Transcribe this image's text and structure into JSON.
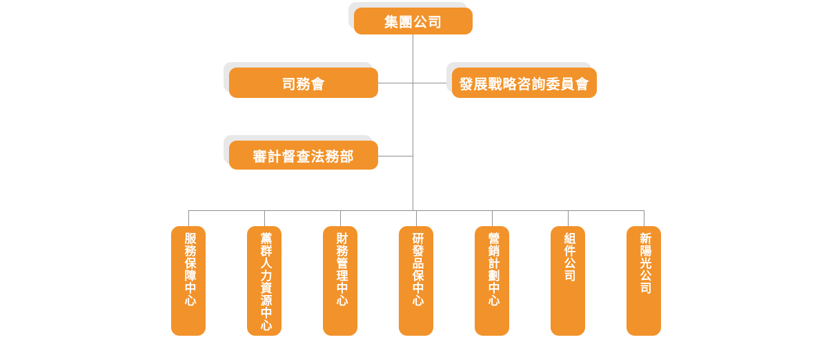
{
  "org_chart": {
    "root": {
      "label": "集團公司"
    },
    "level2": {
      "left": {
        "label": "司務會"
      },
      "right": {
        "label": "發展戰略咨詢委員會"
      }
    },
    "level3": {
      "left": {
        "label": "審計督查法務部"
      }
    },
    "departments": [
      {
        "label": "服務保障中心"
      },
      {
        "label": "黨群人力資源中心"
      },
      {
        "label": "財務管理中心"
      },
      {
        "label": "研發品保中心"
      },
      {
        "label": "營銷計劃中心"
      },
      {
        "label": "組件公司"
      },
      {
        "label": "新陽光公司"
      }
    ]
  },
  "palette": {
    "node_fill": "#f2922a",
    "node_text": "#ffffff",
    "node_shadow": "#e8e8e8",
    "connector_line": "#8e8e8e",
    "background": "#ffffff"
  }
}
